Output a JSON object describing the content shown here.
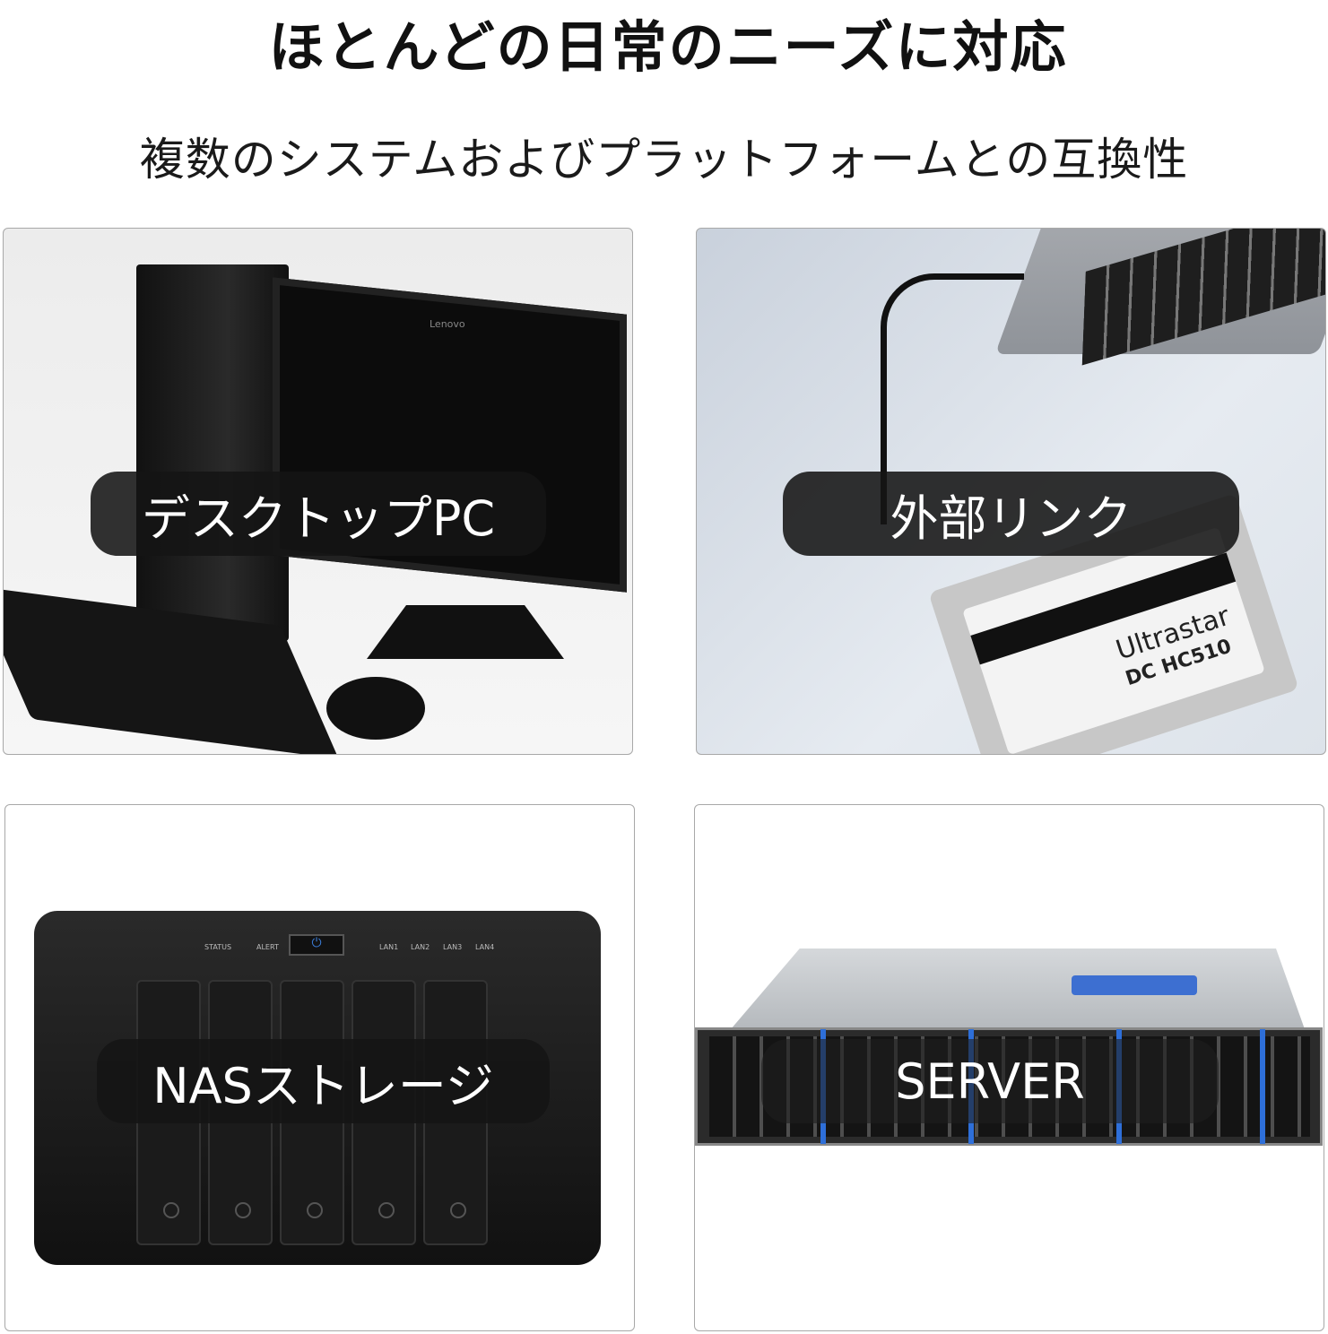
{
  "header": {
    "title": "ほとんどの日常のニーズに対応",
    "subtitle": "複数のシステムおよびプラットフォームとの互換性"
  },
  "panels": [
    {
      "label": "デスクトップPC",
      "brand": "Lenovo"
    },
    {
      "label": "外部リンク",
      "hdd_model": "Ultrastar",
      "hdd_series": "DC HC510"
    },
    {
      "label": "NASストレージ",
      "indicators": [
        "STATUS",
        "ALERT",
        "LAN1",
        "LAN2",
        "LAN3",
        "LAN4"
      ]
    },
    {
      "label": "SERVER"
    }
  ]
}
